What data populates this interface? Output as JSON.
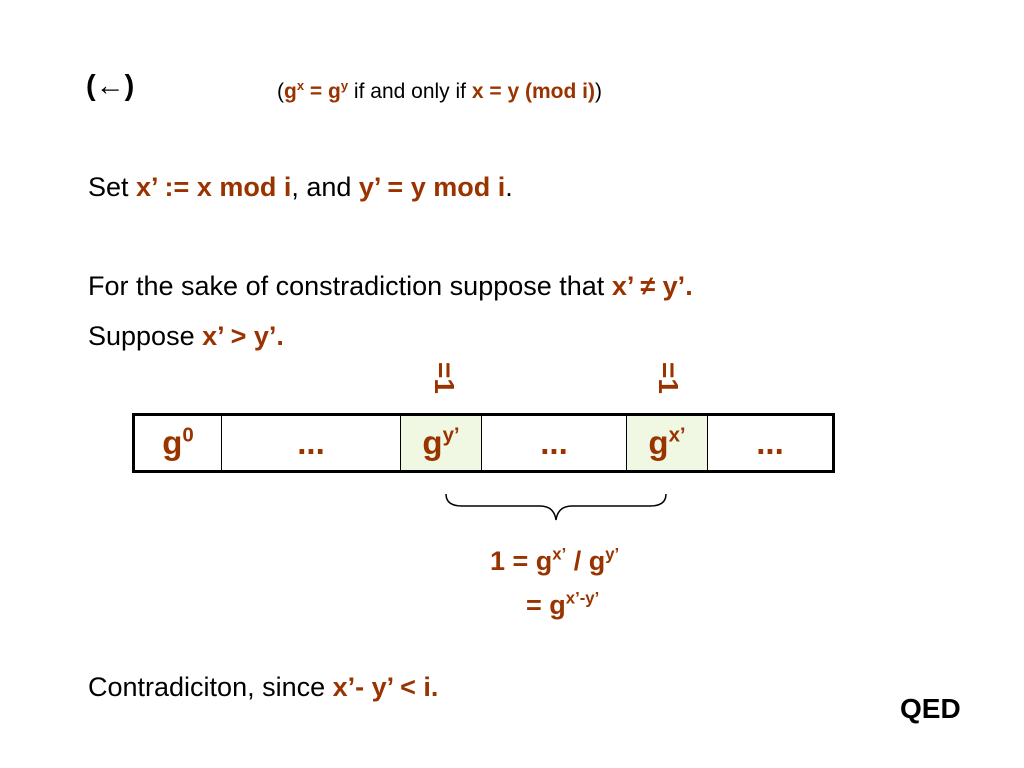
{
  "heading": {
    "arrow": "(←)"
  },
  "condition": {
    "open": "(",
    "g1": "g",
    "e1": "x",
    "eq1": " = ",
    "g2": "g",
    "e2": "y",
    "mid": " if and only if ",
    "rel": "x = y (mod i)",
    "close": ")"
  },
  "set_line": {
    "prefix": "Set ",
    "a": "x’ := x mod i",
    "mid": ", and ",
    "b": "y’ = y mod i",
    "end": "."
  },
  "contra_line": {
    "prefix": "For the sake of constradiction suppose that ",
    "rel": "x’ ≠ y’",
    "end": "."
  },
  "suppose_line": {
    "prefix": "Suppose ",
    "rel": "x’ > y’."
  },
  "eq_markers": [
    "=1",
    "=1"
  ],
  "sequence": [
    {
      "base": "g",
      "exp": "0"
    },
    {
      "base": "...",
      "exp": ""
    },
    {
      "base": "g",
      "exp": "y’"
    },
    {
      "base": "...",
      "exp": ""
    },
    {
      "base": "g",
      "exp": "x’"
    },
    {
      "base": "...",
      "exp": ""
    }
  ],
  "result": {
    "l1_a": "1 = g",
    "l1_e1": "x’",
    "l1_b": " / g",
    "l1_e2": "y’",
    "l2_a": "= g",
    "l2_e": "x’-y’"
  },
  "conclusion": {
    "prefix": "Contradiciton, since ",
    "rel": "x’- y’ < i."
  },
  "qed": "QED",
  "colors": {
    "accent": "#993300",
    "highlight": "#f0f8e4",
    "text": "#000000"
  }
}
